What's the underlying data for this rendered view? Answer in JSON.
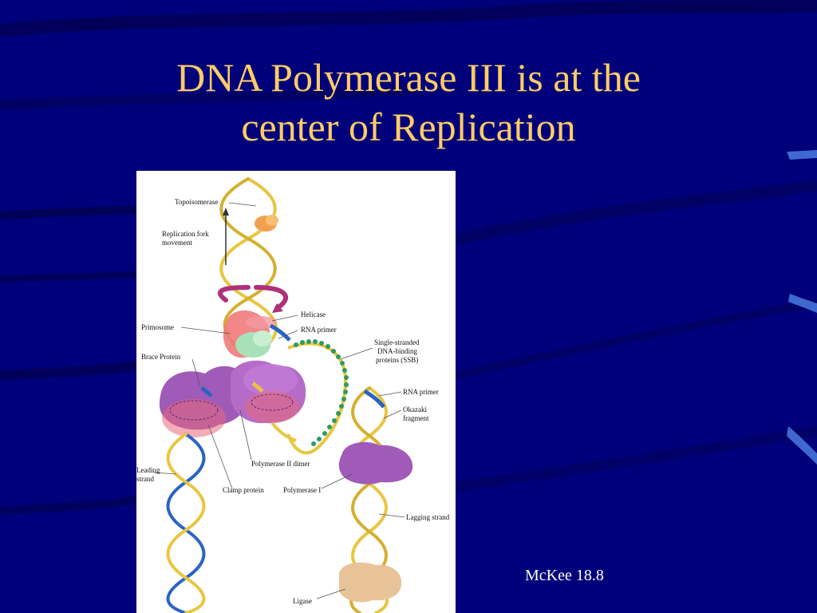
{
  "slide": {
    "title_line1": "DNA Polymerase III is at the",
    "title_line2": "center of Replication",
    "source": "McKee 18.8"
  },
  "figure": {
    "labels": {
      "topoisomerase": "Topoisomerase",
      "fork_movement_1": "Replication fork",
      "fork_movement_2": "movement",
      "helicase": "Helicase",
      "primosome": "Primosome",
      "rna_primer_top": "RNA primer",
      "ssb_1": "Single-stranded",
      "ssb_2": "DNA-binding",
      "ssb_3": "proteins (SSB)",
      "brace_protein": "Brace Protein",
      "rna_primer_lag": "RNA primer",
      "okazaki_1": "Okazaki",
      "okazaki_2": "fragment",
      "leading_1": "Leading",
      "leading_2": "strand",
      "polymerase_dimer": "Polymerase II dimer",
      "clamp_protein": "Clamp protein",
      "polymerase_i": "Polymerase I",
      "lagging_strand": "Lagging strand",
      "ligase": "Ligase"
    }
  },
  "colors": {
    "background": "#00007a",
    "title": "#ffcc66",
    "dna_yellow": "#e8c640",
    "dna_blue": "#2a63c4",
    "polymerase_purple": "#a05ab8",
    "clamp_pink": "#e86a7a",
    "ssb_green": "#2e9a63",
    "ligase_tan": "#e8c39a"
  }
}
